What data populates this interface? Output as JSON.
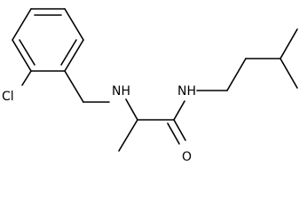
{
  "molecule": {
    "atoms": {
      "chlorine": "Cl",
      "amine": "NH",
      "amide_nitrogen": "NH",
      "carbonyl_oxygen": "O"
    }
  },
  "colors": {
    "background": "#ffffff",
    "bonds": "#000000",
    "labels": "#000000"
  }
}
